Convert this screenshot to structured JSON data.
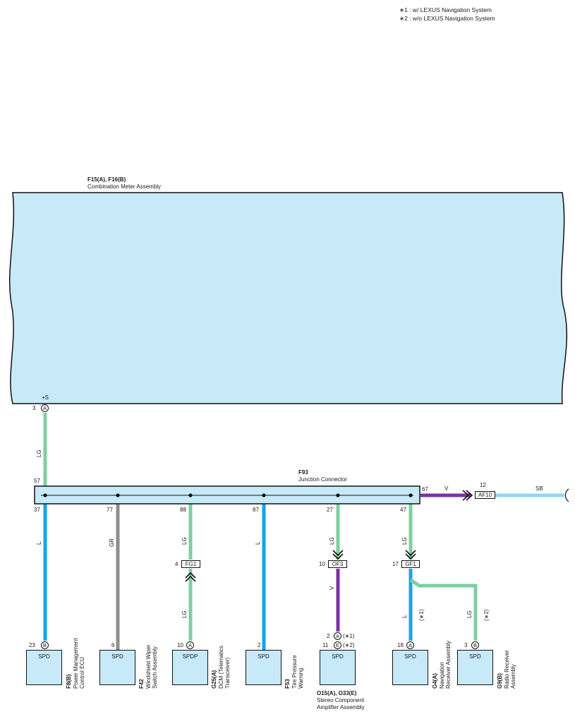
{
  "legend": [
    "∗1 : w/ LEXUS Navigation System",
    "∗2 : w/o LEXUS Navigation System"
  ],
  "meter": {
    "code": "F15(A), F16(B)",
    "name": "Combination Meter Assembly",
    "terminal": "+S",
    "pin": "3",
    "pin_letter": "A"
  },
  "junction": {
    "code": "F93",
    "name": "Junction Connector",
    "in_pin": "57",
    "out_pin": "67"
  },
  "colors": {
    "LG": "#7fcf9f",
    "L": "#14a5e6",
    "GR": "#8e8e8e",
    "V": "#7a34a2",
    "SB": "#8fd8f5",
    "box": "#c8e9f8"
  },
  "wires": {
    "meter_to_jc": "LG",
    "to_af10": "V",
    "after_af10": "SB",
    "pmc": "L",
    "wiper": "GR",
    "dcm_top": "LG",
    "dcm_bottom": "LG",
    "tire": "L",
    "stereo_top": "LG",
    "stereo_bottom": "V",
    "nav_top": "LG",
    "nav": "L",
    "radio": "LG"
  },
  "af10": {
    "pin": "12",
    "label": "AF10"
  },
  "branch_pins": [
    "37",
    "77",
    "88",
    "87",
    "27",
    "47"
  ],
  "inline_connectors": {
    "fg1": {
      "pin": "4",
      "label": "FG1"
    },
    "of3": {
      "pin": "10",
      "label": "OF3"
    },
    "gf1": {
      "pin": "17",
      "label": "GF1"
    }
  },
  "notes": {
    "nav": "(∗1)",
    "radio": "(∗2)"
  },
  "components": {
    "pmc": {
      "pin": "23",
      "letter": "B",
      "terminal": "SPD",
      "code": "F8(B)",
      "name": [
        "Power Management",
        "Control ECU"
      ]
    },
    "wiper": {
      "pin": "6",
      "terminal": "SPD",
      "code": "F42",
      "name": [
        "Windshield Wiper",
        "Switch Assembly"
      ]
    },
    "dcm": {
      "pin": "10",
      "letter": "A",
      "terminal": "SPDP",
      "code": "G25(A)",
      "name": [
        "DCM (Telematics",
        "Transceiver)"
      ]
    },
    "tire": {
      "pin": "2",
      "terminal": "SPD",
      "code": "F53",
      "name": [
        "Tire Pressure",
        "Warning"
      ]
    },
    "stereo": {
      "pins": [
        {
          "pin": "2",
          "letter": "A",
          "note": "(∗1)"
        },
        {
          "pin": "11",
          "letter": "E",
          "note": "(∗2)"
        }
      ],
      "terminal": "SPD",
      "code": "O15(A), O33(E)",
      "name": [
        "Stereo Component",
        "Amplifier Assembly"
      ]
    },
    "nav": {
      "pin": "18",
      "letter": "A",
      "terminal": "SPD",
      "code": "G4(A)",
      "name": [
        "Navigation",
        "Receiver Assembly"
      ]
    },
    "radio": {
      "pin": "3",
      "letter": "B",
      "terminal": "SPD",
      "code": "G9(B)",
      "name": [
        "Radio Receiver",
        "Assembly"
      ]
    }
  }
}
